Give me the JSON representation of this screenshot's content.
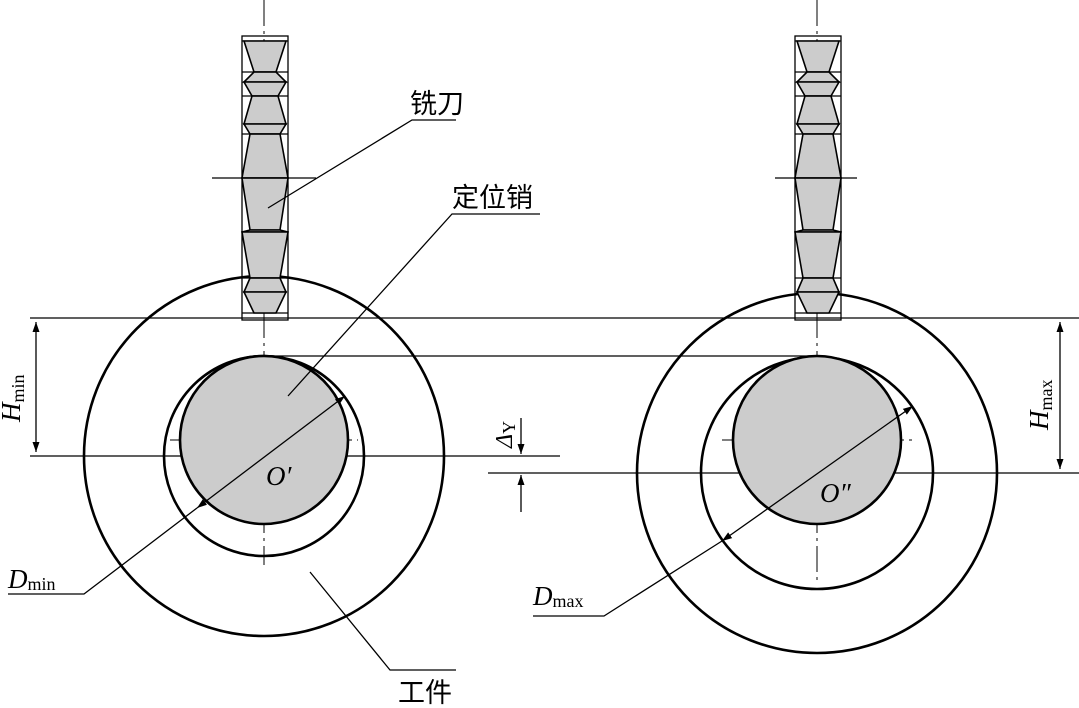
{
  "labels": {
    "cutter": "铣刀",
    "pin": "定位销",
    "workpiece": "工件",
    "o_prime": "O′",
    "o_double_prime": "O″",
    "h_min_main": "H",
    "h_min_sub": "min",
    "h_max_main": "H",
    "h_max_sub": "max",
    "d_min_main": "D",
    "d_min_sub": "min",
    "d_max_main": "D",
    "d_max_sub": "max",
    "delta_main": "Δ",
    "delta_sub": "Y"
  },
  "colors": {
    "line": "#000000",
    "fill_gray": "#cccccc",
    "background": "#ffffff"
  }
}
